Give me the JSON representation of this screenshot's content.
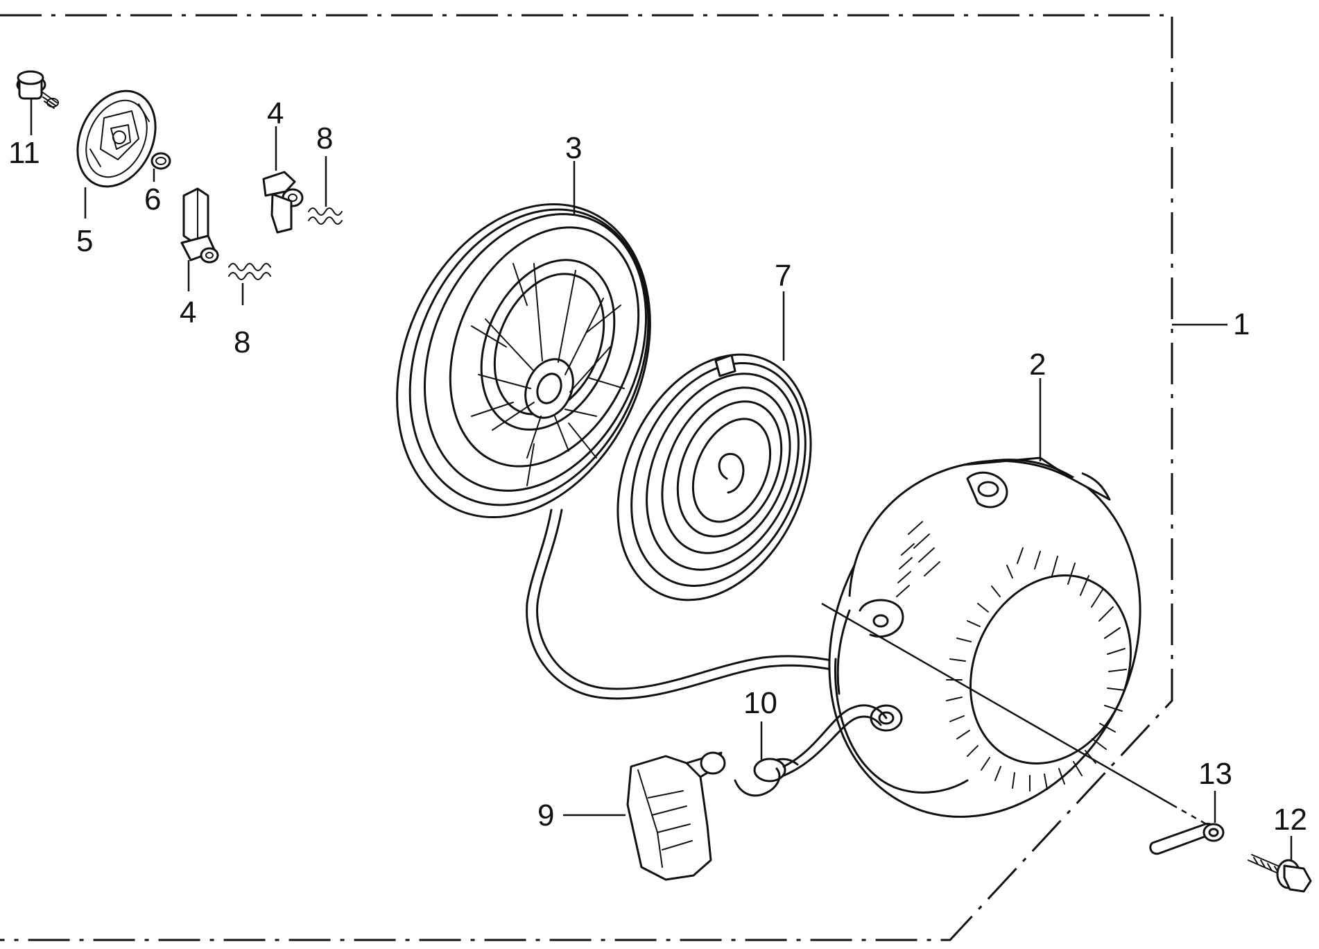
{
  "diagram": {
    "callouts": {
      "c1": "1",
      "c2": "2",
      "c3": "3",
      "c4a": "4",
      "c4b": "4",
      "c5": "5",
      "c6": "6",
      "c7": "7",
      "c8a": "8",
      "c8b": "8",
      "c9": "9",
      "c10": "10",
      "c11": "11",
      "c12": "12",
      "c13": "13"
    }
  }
}
